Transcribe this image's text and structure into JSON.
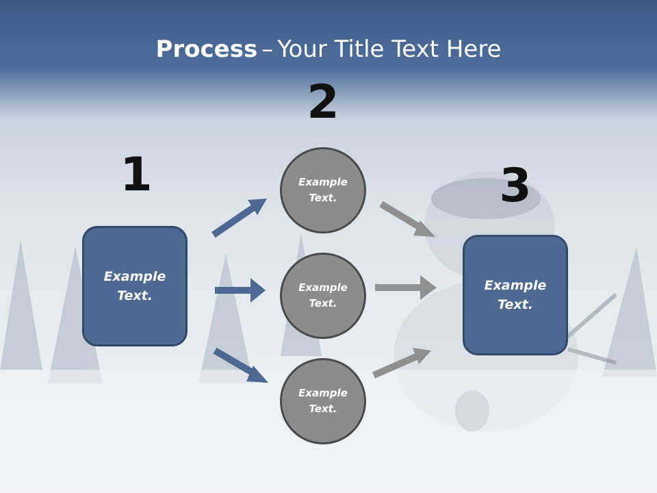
{
  "title": {
    "bold": "Process",
    "separator": "–",
    "rest": "Your Title Text Here"
  },
  "steps": {
    "one": "1",
    "two": "2",
    "three": "3"
  },
  "left_box": {
    "label": "Example\nText."
  },
  "right_box": {
    "label": "Example\nText."
  },
  "circles": [
    {
      "label": "Example\nText."
    },
    {
      "label": "Example\nText."
    },
    {
      "label": "Example\nText."
    }
  ],
  "colors": {
    "box_fill": "#4d6891",
    "circle_fill": "#8c8c8c",
    "arrow_blue": "#4d6891",
    "arrow_gray": "#8f8f8f"
  }
}
